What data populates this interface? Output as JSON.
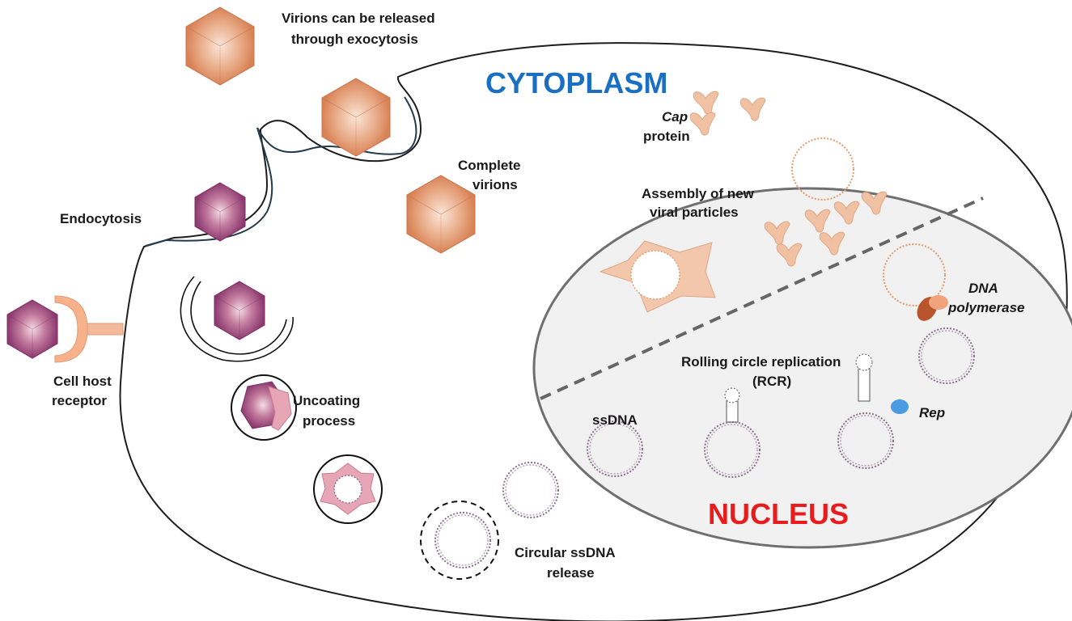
{
  "labels": {
    "cytoplasm": "CYTOPLASM",
    "nucleus": "NUCLEUS",
    "exocytosis_1": "Virions can be released",
    "exocytosis_2": "through exocytosis",
    "cap_1": "Cap",
    "cap_2": "protein",
    "complete_1": "Complete",
    "complete_2": "virions",
    "assembly_1": "Assembly of new",
    "assembly_2": "viral particles",
    "endocytosis": "Endocytosis",
    "receptor_1": "Cell host",
    "receptor_2": "receptor",
    "uncoating_1": "Uncoating",
    "uncoating_2": "process",
    "dnapol_1": "DNA",
    "dnapol_2": "polymerase",
    "rcr_1": "Rolling circle replication",
    "rcr_2": "(RCR)",
    "ssdna": "ssDNA",
    "rep": "Rep",
    "release_1": "Circular ssDNA",
    "release_2": "release"
  },
  "colors": {
    "cytoplasm_title": "#1b6fc2",
    "nucleus_title": "#e81c1c",
    "virion_mature": "#d98a5e",
    "virion_entering": "#9a3f78",
    "uncoated_capsid": "#e7a6b5",
    "cap_protein": "#f0c2a3",
    "dna_strand": "#8a6f8c",
    "rep_protein": "#4a9be0",
    "polymerase": "#b8552d"
  }
}
